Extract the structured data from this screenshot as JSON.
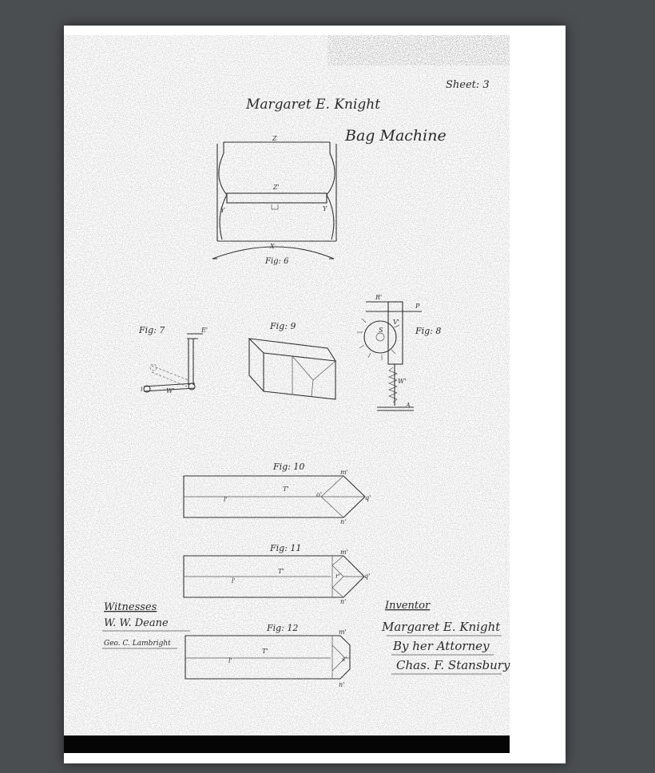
{
  "document": {
    "sheet": "Sheet: 3",
    "inventor_name": "Margaret E. Knight",
    "title": "Bag Machine"
  },
  "figures": {
    "fig6": {
      "caption": "Fig: 6",
      "labels": [
        "Z",
        "Z'",
        "Y",
        "Y",
        "X"
      ]
    },
    "fig7": {
      "caption": "Fig: 7",
      "labels": [
        "E'",
        "i",
        "W'"
      ]
    },
    "fig8": {
      "caption": "Fig: 8",
      "labels": [
        "R'",
        "P",
        "S",
        "V'",
        "W'",
        "A"
      ]
    },
    "fig9": {
      "caption": "Fig: 9"
    },
    "fig10": {
      "caption": "Fig: 10",
      "labels": [
        "m'",
        "T'",
        "l'",
        "o'",
        "q'",
        "n'"
      ]
    },
    "fig11": {
      "caption": "Fig: 11",
      "labels": [
        "m'",
        "T'",
        "l'",
        "r'",
        "q'",
        "n'"
      ]
    },
    "fig12": {
      "caption": "Fig: 12",
      "labels": [
        "m'",
        "T'",
        "l'",
        "s'",
        "n'"
      ]
    }
  },
  "witnesses": {
    "heading": "Witnesses",
    "names": [
      "W. W. Deane",
      "Geo. C. Lambright"
    ]
  },
  "inventor": {
    "heading": "Inventor",
    "signature": "Margaret E. Knight",
    "attorney_line": "By her Attorney",
    "attorney": "Chas. F. Stansbury"
  },
  "colors": {
    "viewer_background": "#4b4e51",
    "paper": "#ffffff",
    "ink": "#2a2a2a"
  }
}
